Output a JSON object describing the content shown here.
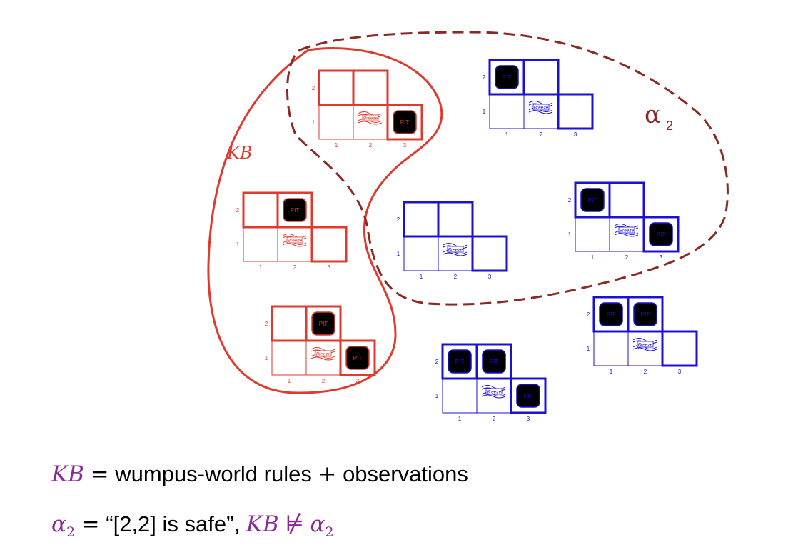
{
  "labels": {
    "kb": "KB",
    "alpha": "α",
    "alpha_sub": "2"
  },
  "cell_text": {
    "pit": "PIT",
    "breeze": "Breeze"
  },
  "row_labels": [
    "1",
    "2"
  ],
  "col_labels": [
    "1",
    "2",
    "3"
  ],
  "colors": {
    "red": "#e03a2e",
    "blue": "#1a10d8",
    "brown": "#8b2a25",
    "math_purple": "#8a2a99",
    "pit_fill": "#000000"
  },
  "models": [
    {
      "id": "m1",
      "color": "red",
      "in_kb": true,
      "in_alpha": true,
      "pits": [
        "3,1"
      ]
    },
    {
      "id": "m2",
      "color": "red",
      "in_kb": true,
      "in_alpha": false,
      "pits": [
        "2,2"
      ]
    },
    {
      "id": "m3",
      "color": "red",
      "in_kb": true,
      "in_alpha": false,
      "pits": [
        "2,2",
        "3,1"
      ]
    },
    {
      "id": "m4",
      "color": "blue",
      "in_kb": false,
      "in_alpha": true,
      "pits": [
        "1,2"
      ]
    },
    {
      "id": "m5",
      "color": "blue",
      "in_kb": false,
      "in_alpha": true,
      "pits": []
    },
    {
      "id": "m6",
      "color": "blue",
      "in_kb": false,
      "in_alpha": true,
      "pits": [
        "1,2",
        "3,1"
      ]
    },
    {
      "id": "m7",
      "color": "blue",
      "in_kb": false,
      "in_alpha": false,
      "pits": [
        "1,2",
        "2,2"
      ]
    },
    {
      "id": "m8",
      "color": "blue",
      "in_kb": false,
      "in_alpha": false,
      "pits": [
        "1,2",
        "2,2",
        "3,1"
      ]
    }
  ],
  "caption": {
    "line1": {
      "lhs": "KB",
      "eq": "=",
      "text1": "wumpus-world rules",
      "plus": "+",
      "text2": "observations"
    },
    "line2": {
      "lhs": "α",
      "lhs_sub": "2",
      "eq": "=",
      "quote": "“[2,2] is safe”,",
      "kb": "KB",
      "rel": "⊭",
      "rhs": "α",
      "rhs_sub": "2"
    }
  }
}
